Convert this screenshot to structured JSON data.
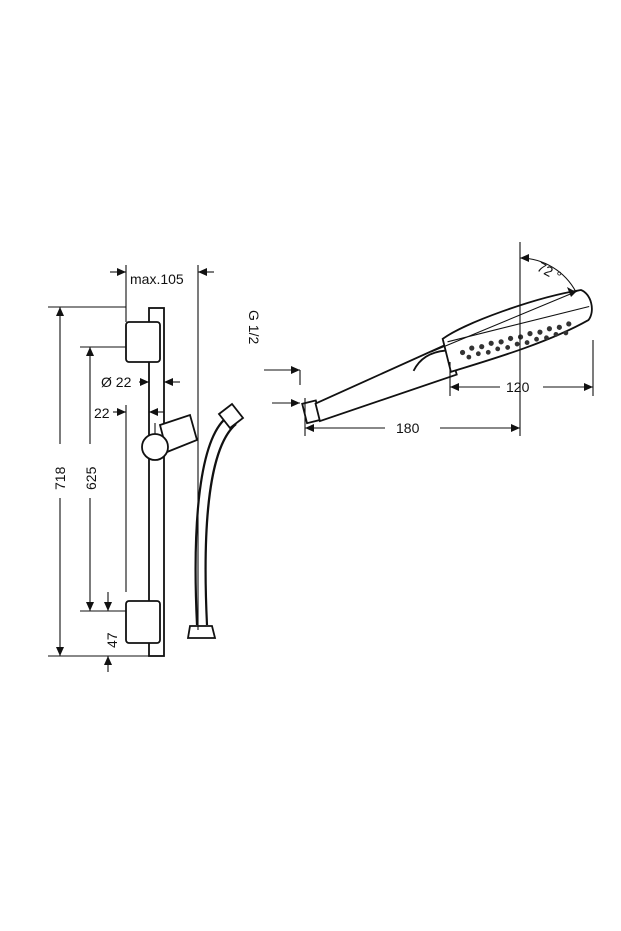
{
  "dimensions": {
    "max_projection": "max.105",
    "bar_diameter": "Ø 22",
    "bar_offset": "22",
    "total_length": "718",
    "bar_length": "625",
    "bottom_offset": "47",
    "thread": "G 1/2",
    "handle_length": "180",
    "head_width": "120",
    "angle": "72 °"
  }
}
